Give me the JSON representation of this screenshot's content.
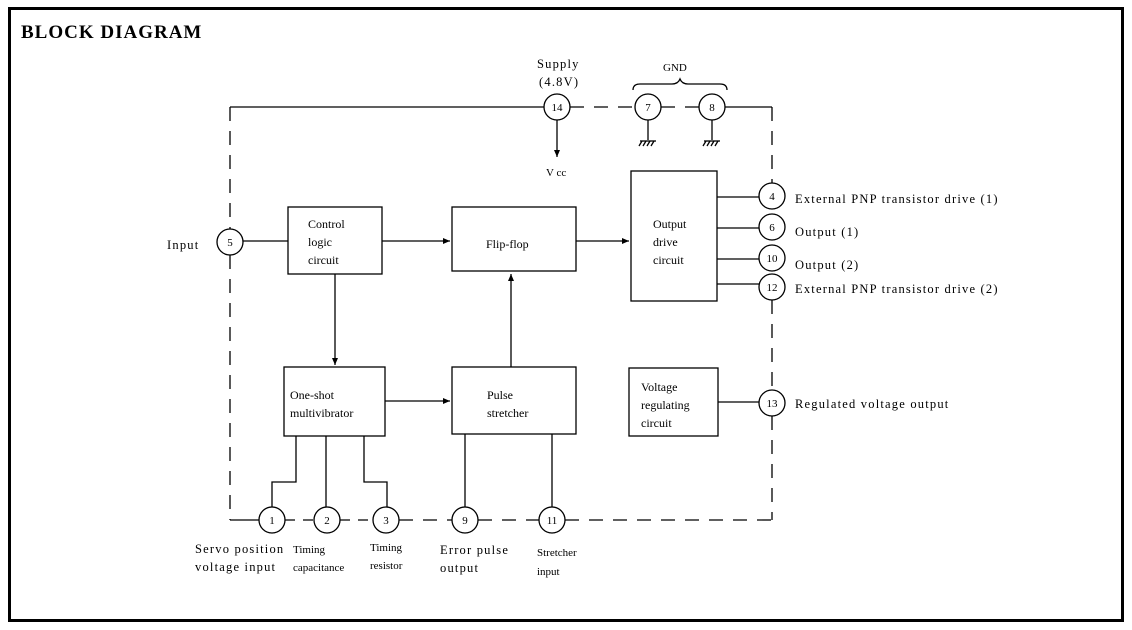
{
  "title": "BLOCK DIAGRAM",
  "blocks": {
    "control": [
      "Control",
      "logic",
      "circuit"
    ],
    "flipflop": [
      "Flip-flop"
    ],
    "output_drive": [
      "Output",
      "drive",
      "circuit"
    ],
    "oneshot": [
      "One-shot",
      "multivibrator"
    ],
    "pulse": [
      "Pulse",
      "stretcher"
    ],
    "regulator": [
      "Voltage",
      "regulating",
      "circuit"
    ]
  },
  "pins": {
    "p1": "1",
    "p2": "2",
    "p3": "3",
    "p4": "4",
    "p5": "5",
    "p6": "6",
    "p7": "7",
    "p8": "8",
    "p9": "9",
    "p10": "10",
    "p11": "11",
    "p12": "12",
    "p13": "13",
    "p14": "14"
  },
  "labels": {
    "supply": [
      "Supply",
      "(4.8V)"
    ],
    "gnd": "GND",
    "vcc": "V cc",
    "input": "Input",
    "pin4": "External PNP transistor drive (1)",
    "pin6": "Output (1)",
    "pin10": "Output (2)",
    "pin12": "External PNP transistor drive (2)",
    "pin13": "Regulated voltage output",
    "pin1": [
      "Servo position",
      "voltage input"
    ],
    "pin2": [
      "Timing",
      "capacitance"
    ],
    "pin3": [
      "Timing",
      "resistor"
    ],
    "pin9": [
      "Error pulse",
      "output"
    ],
    "pin11": [
      "Stretcher",
      "input"
    ]
  }
}
